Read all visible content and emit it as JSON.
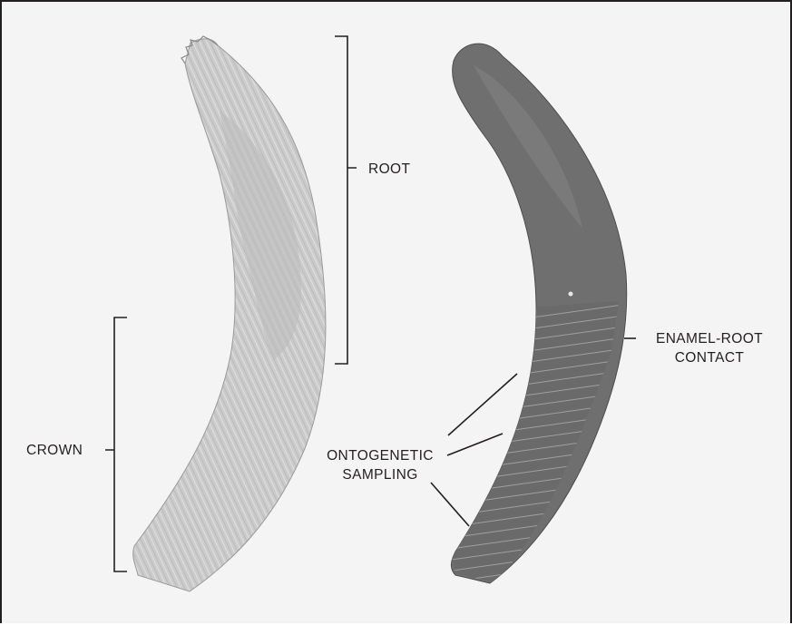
{
  "labels": {
    "root": "ROOT",
    "crown": "CROWN",
    "contact_line1": "ENAMEL-ROOT",
    "contact_line2": "CONTACT",
    "sampling_line1": "ONTOGENETIC",
    "sampling_line2": "SAMPLING"
  },
  "colors": {
    "ink": "#231f20",
    "background": "#f4f4f4",
    "left_tooth_fill": "#c9c9c9",
    "right_tooth_fill": "#6f6f6f"
  }
}
